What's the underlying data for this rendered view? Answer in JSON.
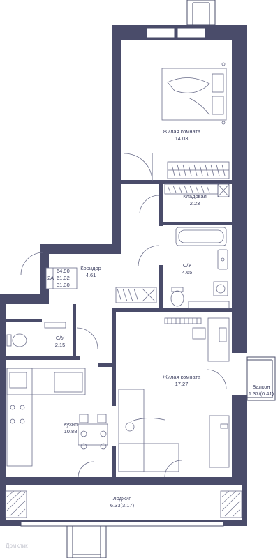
{
  "colors": {
    "wall": "#4a4c6a",
    "line": "#6a6d8a",
    "text": "#3f4263",
    "background": "#ffffff",
    "watermark": "#c4c5cf"
  },
  "summary": {
    "type": "2А",
    "total_area": "64.90",
    "living_area": "61.32",
    "rooms_area": "31.30"
  },
  "rooms": {
    "bedroom": {
      "name": "Жилая комната",
      "area": "14.03"
    },
    "storage": {
      "name": "Кладовая",
      "area": "2.23"
    },
    "corridor": {
      "name": "Коридор",
      "area": "4.61"
    },
    "bathroom1": {
      "name": "С/У",
      "area": "4.65"
    },
    "bathroom2": {
      "name": "С/У",
      "area": "2.15"
    },
    "living": {
      "name": "Жилая комната",
      "area": "17.27"
    },
    "kitchen": {
      "name": "Кухня",
      "area": "10.88"
    },
    "balcony": {
      "name": "Балкон",
      "area": "1.37/(0.41)"
    },
    "loggia": {
      "name": "Лоджия",
      "area": "6.33(3.17)"
    }
  },
  "icons": [
    "bed-icon",
    "sofa-icon",
    "dining-table-icon",
    "bathtub-icon",
    "toilet-icon",
    "sink-icon",
    "stove-icon",
    "desk-icon",
    "wardrobe-icon",
    "washing-machine-icon"
  ],
  "watermark": "Домклик"
}
